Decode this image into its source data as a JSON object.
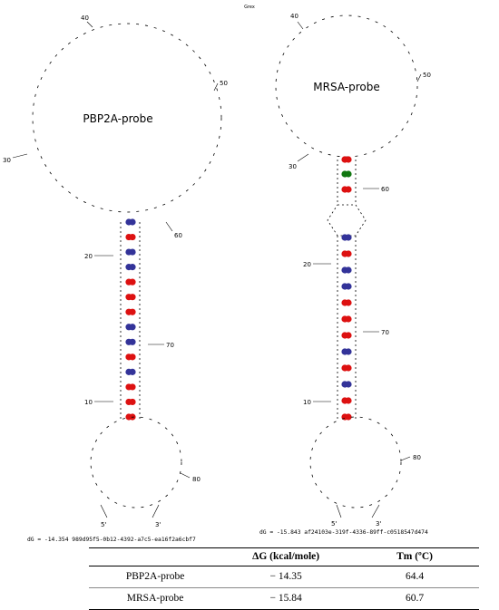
{
  "top_label": "Grex",
  "left_structure": {
    "loop_label": "PBP2A-probe",
    "energy_line": "dG = -14.354 989d95f5-0b12-4392-a7c5-ea16f2a6cbf7",
    "position_labels": [
      "40",
      "50",
      "30",
      "60",
      "20",
      "70",
      "10",
      "80",
      "5'",
      "3'"
    ],
    "pair_colors": [
      "blue",
      "red",
      "blue",
      "blue",
      "red",
      "red",
      "red",
      "blue",
      "blue",
      "red",
      "blue",
      "red",
      "red",
      "red"
    ]
  },
  "right_structure": {
    "loop_label": "MRSA-probe",
    "energy_line": "dG = -15.843 af24103e-319f-4336-89ff-c0518547d474",
    "position_labels": [
      "40",
      "50",
      "30",
      "60",
      "20",
      "70",
      "10",
      "80",
      "5'",
      "3'"
    ],
    "pair_colors": [
      "red",
      "green",
      "red",
      "blue",
      "red",
      "blue",
      "blue",
      "red",
      "red",
      "red",
      "blue",
      "red",
      "blue",
      "red",
      "red"
    ]
  },
  "colors": {
    "blue": "#333399",
    "red": "#dd1111",
    "green": "#117711"
  },
  "table": {
    "headers": [
      "",
      "ΔG (kcal/mole)",
      "Tm (ºC)"
    ],
    "rows": [
      [
        "PBP2A-probe",
        "− 14.35",
        "64.4"
      ],
      [
        "MRSA-probe",
        "− 15.84",
        "60.7"
      ]
    ]
  }
}
